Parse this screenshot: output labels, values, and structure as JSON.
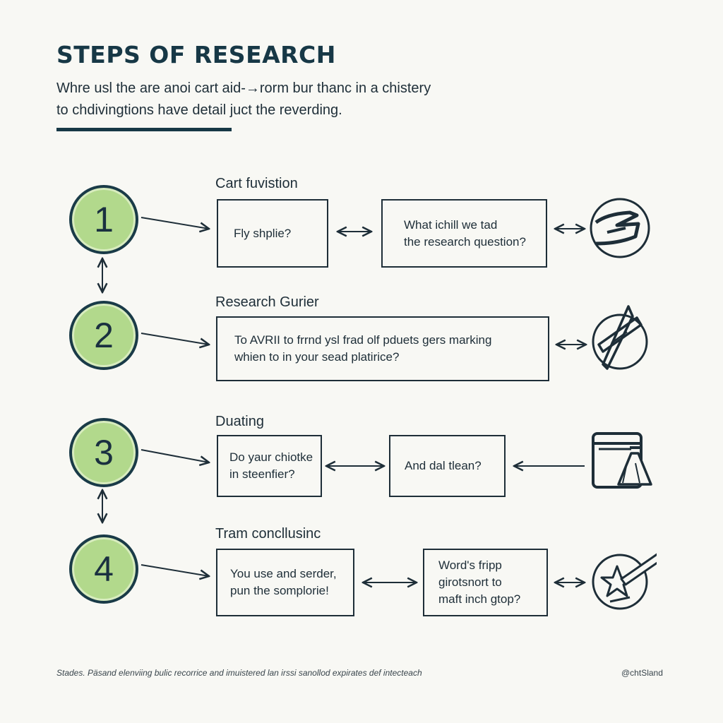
{
  "header": {
    "title": "STEPS OF RESEARCH",
    "intro_line1": "Whre usl the are anoi cart aid-→rorm bur thanc in a chistery",
    "intro_line2": "to chdivingtions have detail juct the reverding."
  },
  "steps": [
    {
      "number": "1",
      "label": "Cart fuvistion",
      "box1_line1": "Fly shplie?",
      "box2_line1": "What ichill we tad",
      "box2_line2": "the research question?",
      "icon": "pencil-scribble-icon"
    },
    {
      "number": "2",
      "label": "Research Gurier",
      "box1_line1": "To AVRII to frrnd ysl frad olf pduets gers marking",
      "box1_line2": "whien to in your sead platirice?",
      "icon": "pen-nib-icon"
    },
    {
      "number": "3",
      "label": "Duating",
      "box1_line1": "Do yaur chiotke",
      "box1_line2": "in steenfier?",
      "box2_line1": "And dal tlean?",
      "icon": "browser-flask-icon"
    },
    {
      "number": "4",
      "label": "Tram concllusinc",
      "box1_line1": "You use and serder,",
      "box1_line2": "pun the somplorie!",
      "box2_line1": "Word's fripp",
      "box2_line2": "girotsnort to",
      "box2_line3": "maft inch gtop?",
      "icon": "star-pen-icon"
    }
  ],
  "footer": {
    "caption": "Stades. Päsand elenviing bulic recorrice and imuistered lan irssi sanollod expirates def intecteach",
    "credit": "@chtSland"
  },
  "colors": {
    "accent_green": "#b2d98c",
    "dark_teal": "#173846",
    "background": "#f8f8f4"
  }
}
